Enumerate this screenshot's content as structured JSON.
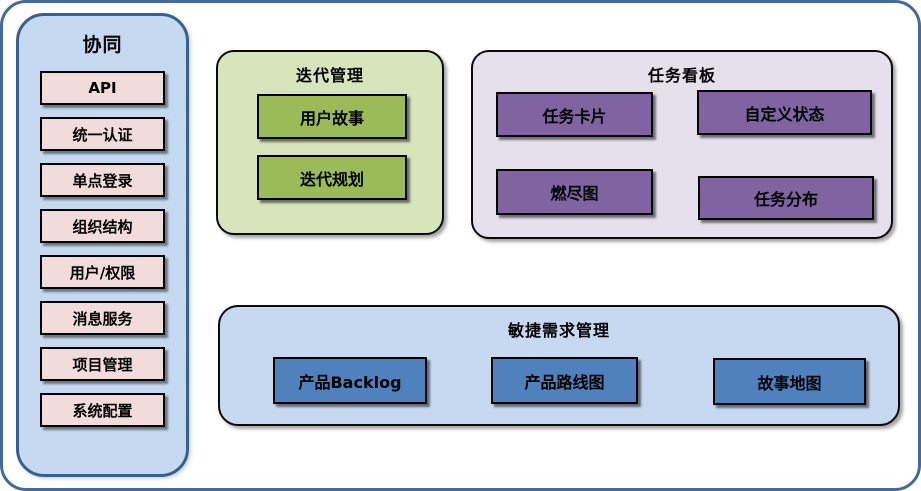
{
  "colors": {
    "outer_border": "#44699D",
    "sidebar_bg": "#C5D9F1",
    "sidebar_border": "#376092",
    "sidebar_node_bg": "#F2DCDB",
    "iteration_panel_bg": "#D7E4BC",
    "iteration_node_bg": "#9BBB59",
    "taskboard_panel_bg": "#E5E0EC",
    "taskboard_node_bg": "#8064A2",
    "requirements_panel_bg": "#C6D9F1",
    "requirements_node_bg": "#4F81BD",
    "node_border": "#000000",
    "text": "#000000"
  },
  "sidebar": {
    "title": "协同",
    "items": [
      "API",
      "统一认证",
      "单点登录",
      "组织结构",
      "用户/权限",
      "消息服务",
      "项目管理",
      "系统配置"
    ]
  },
  "panels": {
    "iteration": {
      "title": "迭代管理",
      "boxes": [
        "用户故事",
        "迭代规划"
      ]
    },
    "taskboard": {
      "title": "任务看板",
      "boxes": [
        "任务卡片",
        "自定义状态",
        "燃尽图",
        "任务分布"
      ]
    },
    "requirements": {
      "title": "敏捷需求管理",
      "boxes": [
        "产品Backlog",
        "产品路线图",
        "故事地图"
      ]
    }
  }
}
